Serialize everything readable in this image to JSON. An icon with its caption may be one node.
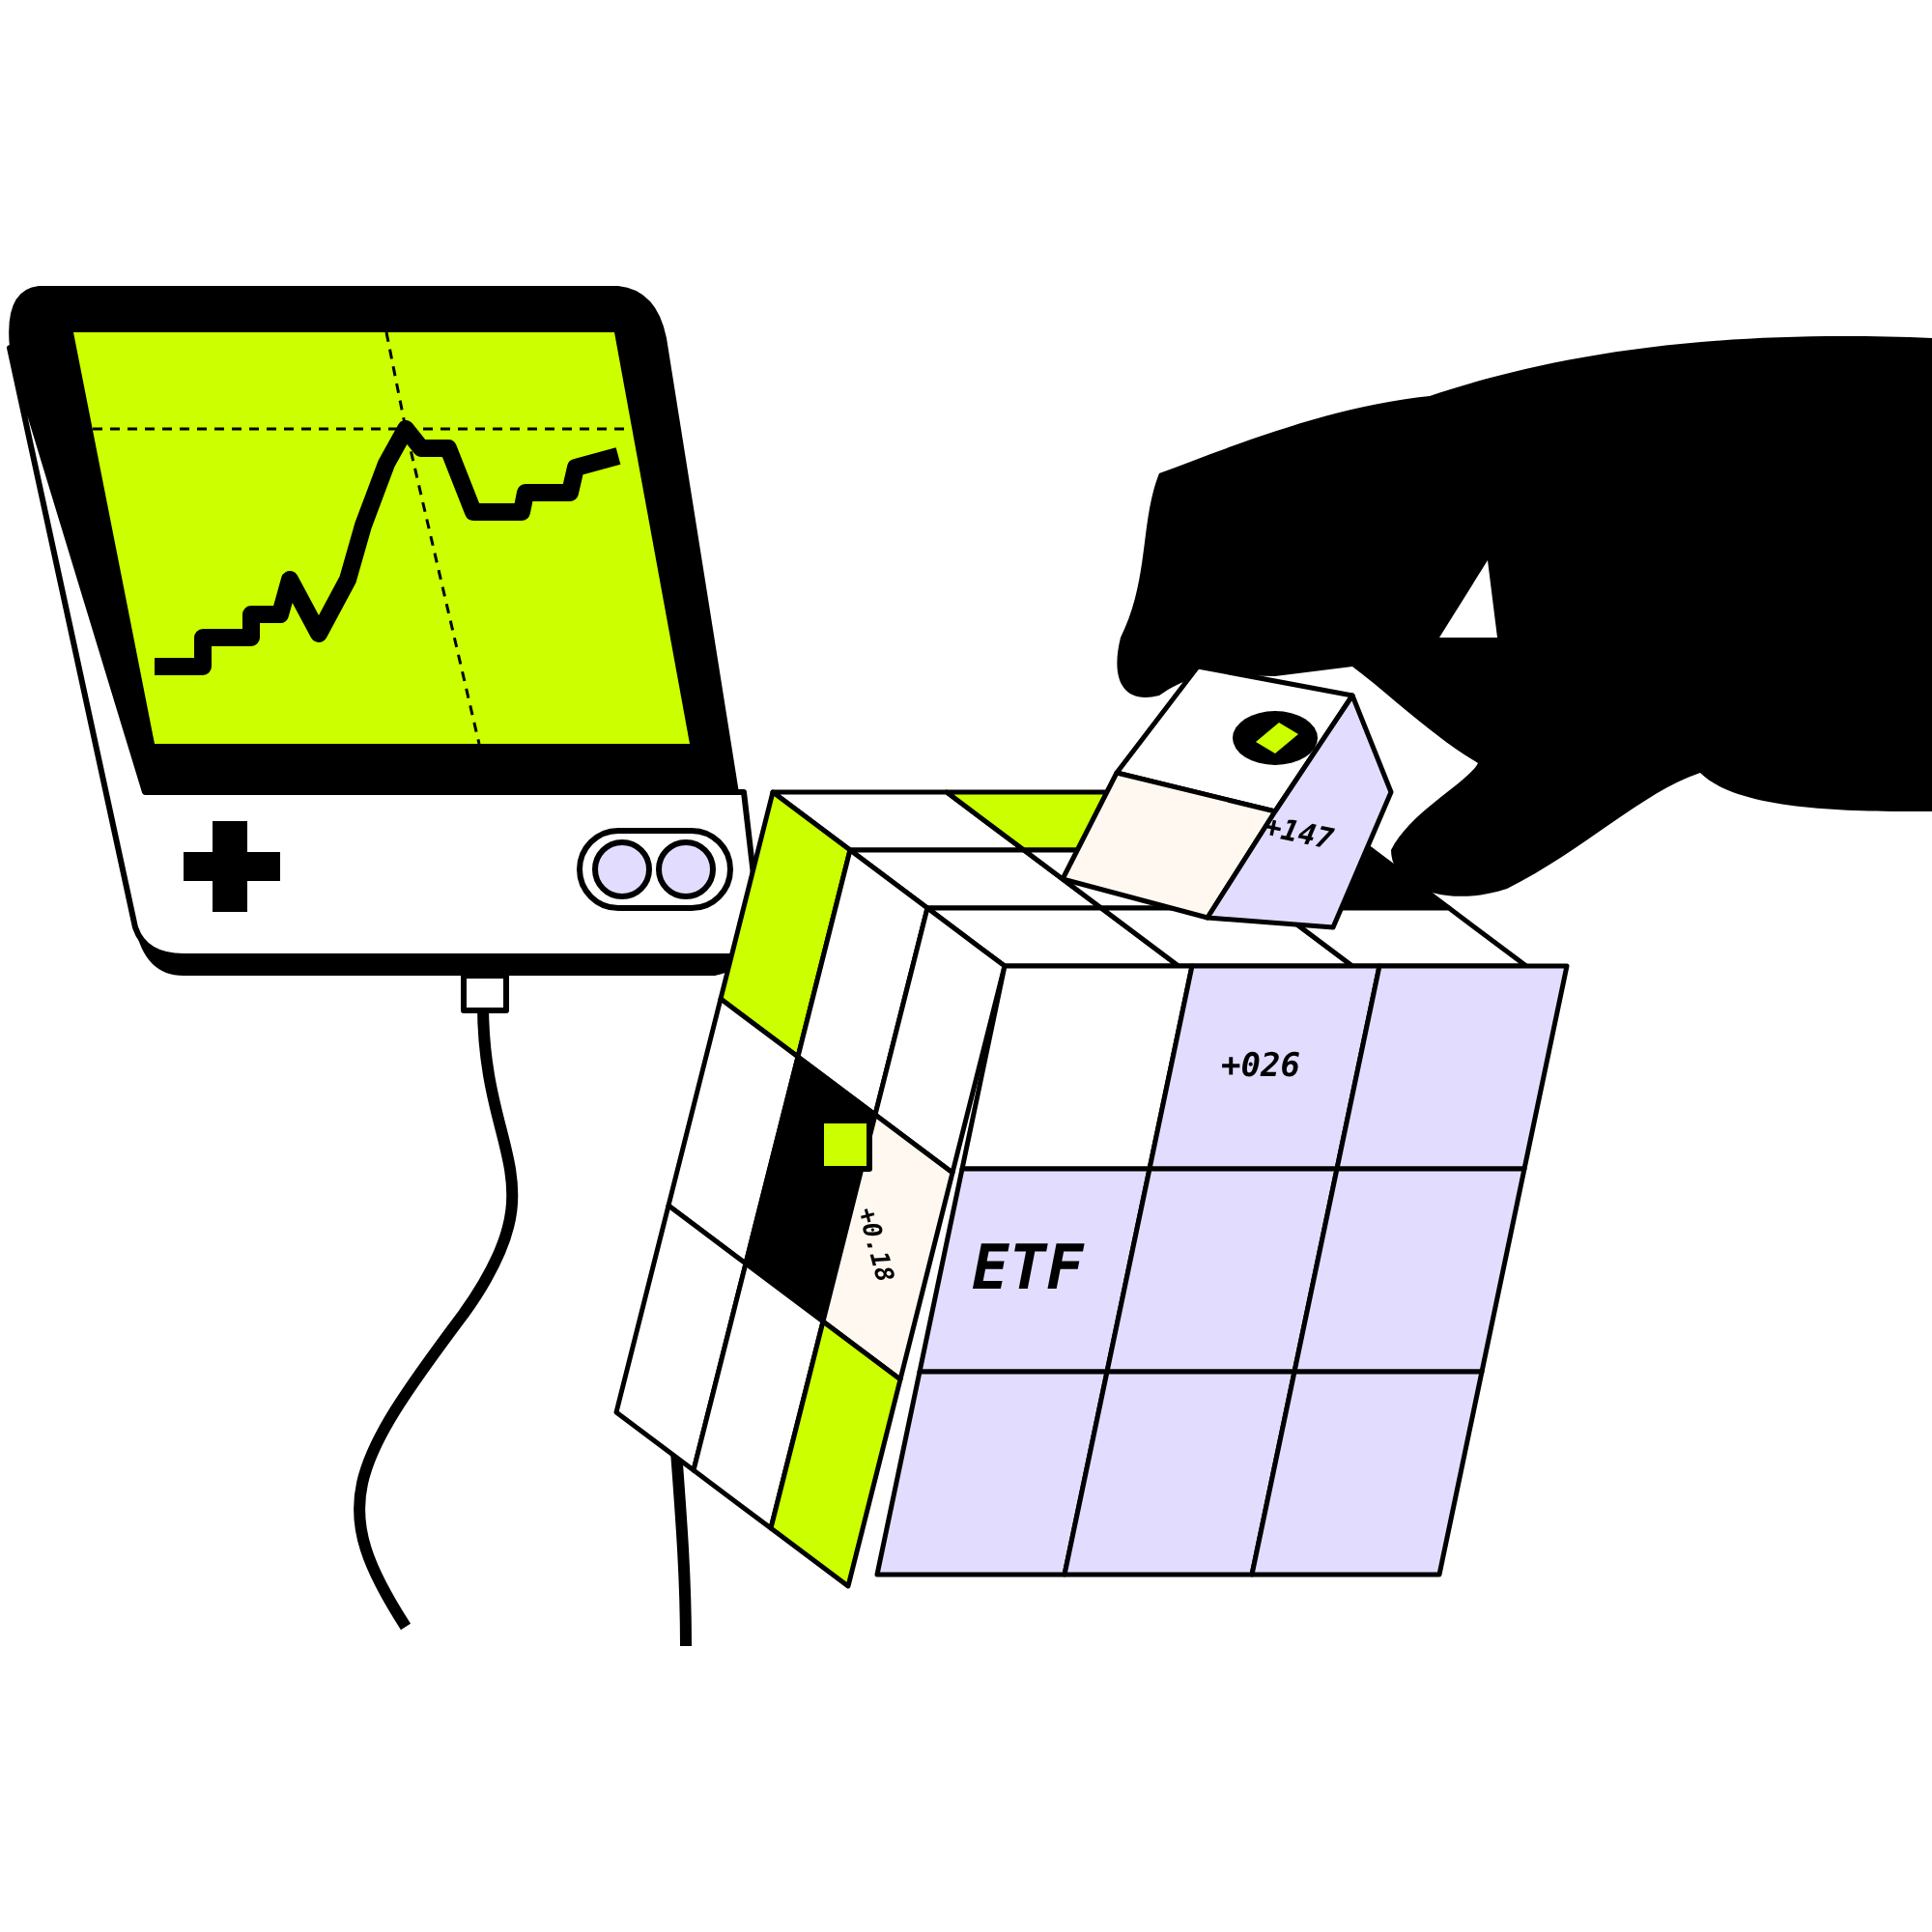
{
  "diagram": {
    "labels": [
      "+147",
      "+026",
      "+0.18",
      "ETF"
    ]
  }
}
